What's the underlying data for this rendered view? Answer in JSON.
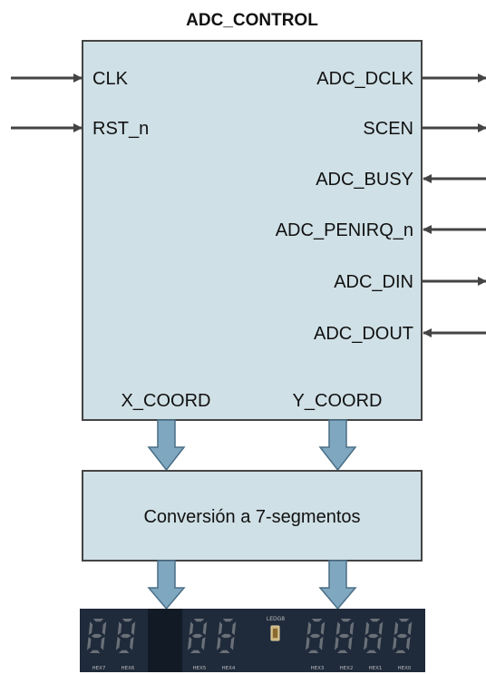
{
  "title": "ADC_CONTROL",
  "block": {
    "inputs_left": [
      {
        "label": "CLK",
        "direction": "in"
      },
      {
        "label": "RST_n",
        "direction": "in"
      }
    ],
    "ports_right": [
      {
        "label": "ADC_DCLK",
        "direction": "out"
      },
      {
        "label": "SCEN",
        "direction": "out"
      },
      {
        "label": "ADC_BUSY",
        "direction": "in"
      },
      {
        "label": "ADC_PENIRQ_n",
        "direction": "in"
      },
      {
        "label": "ADC_DIN",
        "direction": "out"
      },
      {
        "label": "ADC_DOUT",
        "direction": "in"
      }
    ],
    "outputs_bottom": [
      "X_COORD",
      "Y_COORD"
    ]
  },
  "converter_label": "Conversión a 7-segmentos",
  "display": {
    "digit_labels": [
      "HEX7",
      "HEX6",
      "HEX5",
      "HEX4",
      "HEX3",
      "HEX2",
      "HEX1",
      "HEX0"
    ],
    "led_label": "LEDG8"
  },
  "colors": {
    "box_fill": "#cfe0e6",
    "box_stroke": "#444444",
    "arrow_fill": "#7fa7c0",
    "arrow_stroke": "#4a6f86",
    "wire": "#444444",
    "display_bg": "#1f2a3a",
    "segment_unlit": "#6a7078"
  }
}
